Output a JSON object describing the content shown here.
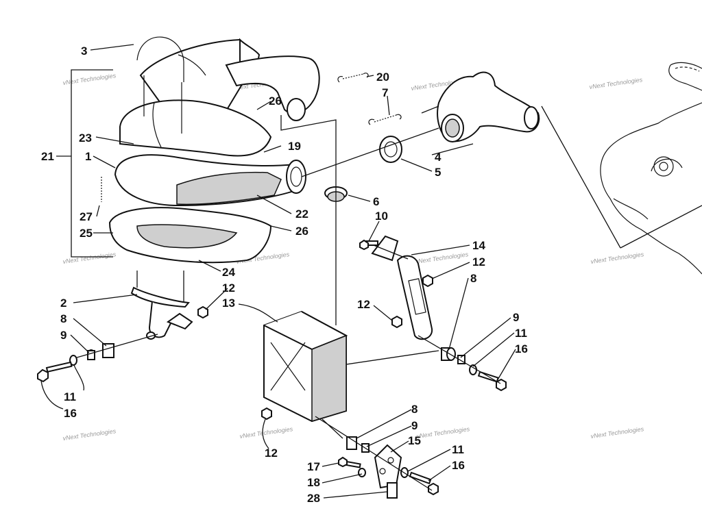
{
  "watermark": "vNext Technologies",
  "callouts": {
    "c1": "1",
    "c2": "2",
    "c3": "3",
    "c4": "4",
    "c5": "5",
    "c6": "6",
    "c7": "7",
    "c8a": "8",
    "c8b": "8",
    "c8c": "8",
    "c9a": "9",
    "c9b": "9",
    "c9c": "9",
    "c10": "10",
    "c11a": "11",
    "c11b": "11",
    "c11c": "11",
    "c12a": "12",
    "c12b": "12",
    "c12c": "12",
    "c12d": "12",
    "c13": "13",
    "c14": "14",
    "c15": "15",
    "c16a": "16",
    "c16b": "16",
    "c16c": "16",
    "c17": "17",
    "c18": "18",
    "c19": "19",
    "c20": "20",
    "c21": "21",
    "c22": "22",
    "c23": "23",
    "c24": "24",
    "c25": "25",
    "c26a": "26",
    "c26b": "26",
    "c27": "27",
    "c28": "28"
  }
}
